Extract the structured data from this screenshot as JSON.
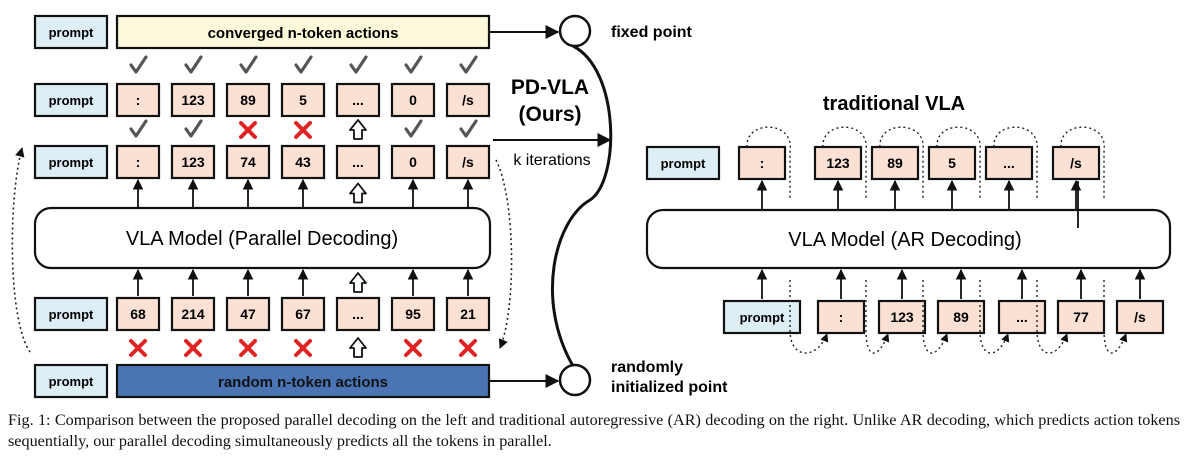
{
  "colors": {
    "prompt_fill": "#DDEEF4",
    "token_fill": "#FBE1D4",
    "converged_fill": "#FBF9D9",
    "random_fill": "#4A74B4",
    "check": "#555555",
    "cross": "#E02424",
    "stroke": "#111111"
  },
  "left": {
    "prompt_label": "prompt",
    "converged_label": "converged n-token actions",
    "random_label": "random n-token actions",
    "row_iter1": [
      ":",
      "123",
      "89",
      "5",
      "...",
      "0",
      "/s"
    ],
    "row_iter2": [
      ":",
      "123",
      "74",
      "43",
      "...",
      "0",
      "/s"
    ],
    "row_input": [
      "68",
      "214",
      "47",
      "67",
      "...",
      "95",
      "21"
    ],
    "marks_top": [
      "check",
      "check",
      "check",
      "check",
      "check",
      "check",
      "check"
    ],
    "marks_mid": [
      "check",
      "check",
      "cross",
      "cross",
      "hollow-up",
      "check",
      "check"
    ],
    "marks_bottom": [
      "cross",
      "cross",
      "cross",
      "cross",
      "hollow-up",
      "cross",
      "cross"
    ],
    "model_label": "VLA Model (Parallel Decoding)"
  },
  "center": {
    "title_line1": "PD-VLA",
    "title_line2": "(Ours)",
    "iterations_label": "k iterations",
    "fixed_point_label": "fixed point",
    "random_point_line1": "randomly",
    "random_point_line2": "initialized point"
  },
  "right": {
    "title": "traditional VLA",
    "prompt_label": "prompt",
    "output_tokens": [
      ":",
      "123",
      "89",
      "5",
      "...",
      "/s"
    ],
    "input_tokens": [
      ":",
      "123",
      "89",
      "...",
      "77",
      "/s"
    ],
    "model_label": "VLA Model (AR Decoding)"
  },
  "caption": "Fig. 1: Comparison between the proposed parallel decoding on the left and traditional autoregressive (AR) decoding on the right. Unlike AR decoding, which predicts action tokens sequentially, our parallel decoding simultaneously predicts all the tokens in parallel."
}
